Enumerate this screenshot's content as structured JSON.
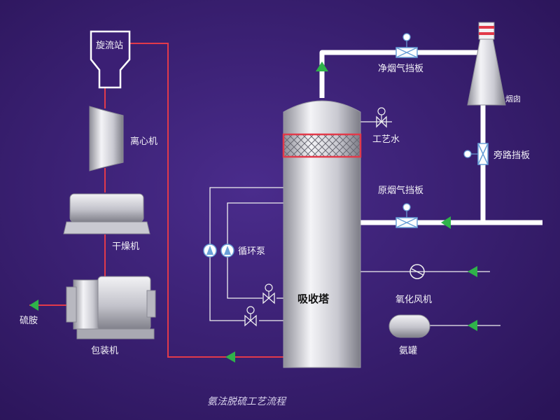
{
  "caption": "氨法脱硫工艺流程",
  "labels": {
    "cyclone_station": "旋流站",
    "centrifuge": "离心机",
    "dryer": "干燥机",
    "packing_machine": "包装机",
    "ammonium_sulfate": "硫胺",
    "absorber": "吸收塔",
    "circulation_pump": "循环泵",
    "process_water": "工艺水",
    "clean_flue_damper": "净烟气挡板",
    "raw_flue_damper": "原烟气挡板",
    "bypass_damper": "旁路挡板",
    "chimney": "烟囱",
    "oxidation_fan": "氧化风机",
    "ammonia_tank": "氨罐"
  },
  "colors": {
    "background": "#3b1f74",
    "pipe": "#ffffff",
    "arrow": "#2fb24a",
    "slurry_line": "#e23a4a",
    "equipment": "#d6d6dc"
  },
  "icons": [
    "valve-icon",
    "pump-icon",
    "fan-icon",
    "flow-arrow-icon"
  ]
}
